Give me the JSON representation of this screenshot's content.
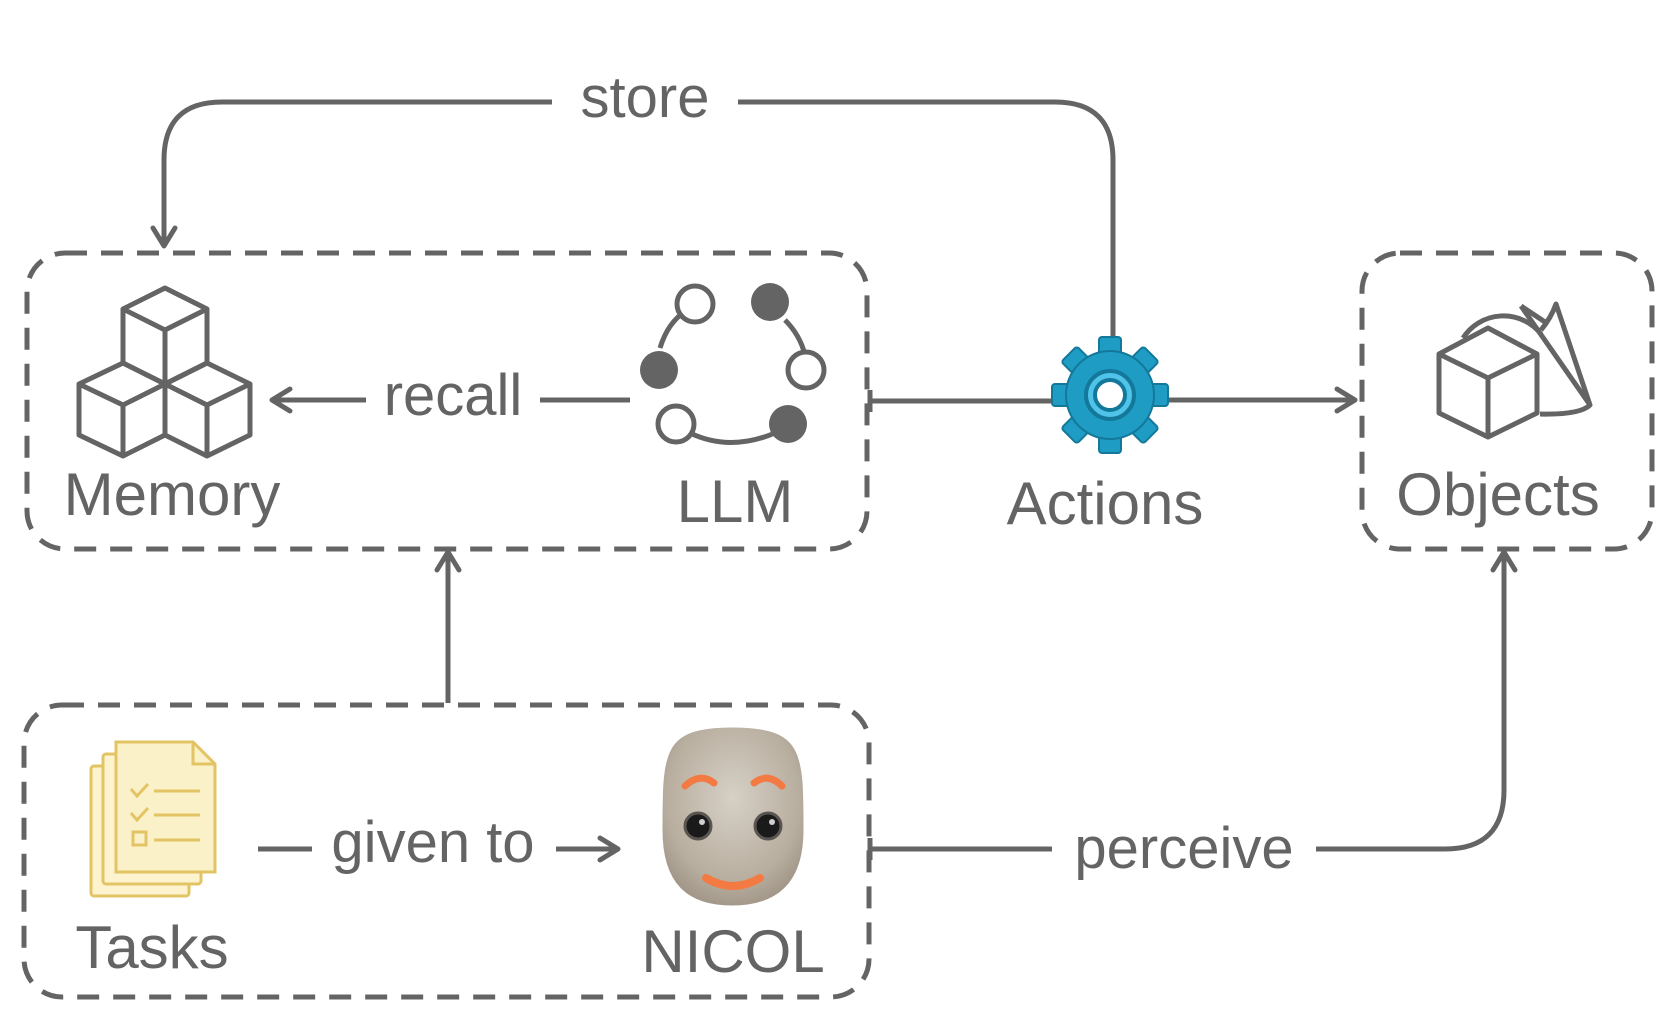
{
  "nodes": {
    "memory": {
      "label": "Memory",
      "icon": "cubes-icon"
    },
    "llm": {
      "label": "LLM",
      "icon": "llm-network-icon"
    },
    "actions": {
      "label": "Actions",
      "icon": "gear-icon"
    },
    "objects": {
      "label": "Objects",
      "icon": "shapes-icon"
    },
    "tasks": {
      "label": "Tasks",
      "icon": "task-documents-icon"
    },
    "nicol": {
      "label": "NICOL",
      "icon": "robot-face-icon"
    }
  },
  "edges": {
    "store": "store",
    "recall": "recall",
    "given_to": "given to",
    "perceive": "perceive"
  },
  "colors": {
    "line": "#646464",
    "accent": "#1e9cc4",
    "accent_light": "#4fc3e8",
    "task_fill": "#fbf1c8",
    "task_stroke": "#e3c465",
    "robot_glow": "#f37a42"
  }
}
